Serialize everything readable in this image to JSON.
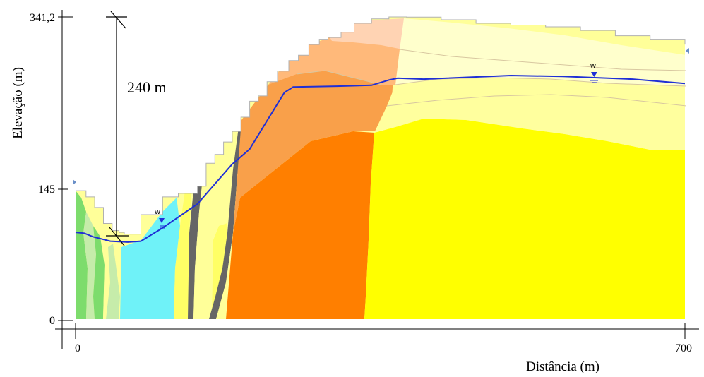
{
  "chart_data": {
    "type": "cross-section",
    "xlabel": "Distância (m)",
    "ylabel": "Elevação (m)",
    "xlim": [
      0,
      700
    ],
    "ylim": [
      0,
      341.2
    ],
    "x_ticks": [
      "0",
      "700"
    ],
    "y_ticks": [
      "341,2",
      "145",
      "0"
    ],
    "annotations": {
      "dimension_label": "240 m",
      "water_marker": "w"
    },
    "ground_profile": [
      [
        0,
        145
      ],
      [
        12,
        138
      ],
      [
        22,
        126
      ],
      [
        32,
        108
      ],
      [
        42,
        100
      ],
      [
        50,
        98
      ],
      [
        56,
        96
      ],
      [
        75,
        118
      ],
      [
        100,
        138
      ],
      [
        118,
        142
      ],
      [
        140,
        150
      ],
      [
        150,
        176
      ],
      [
        160,
        186
      ],
      [
        170,
        200
      ],
      [
        180,
        212
      ],
      [
        190,
        228
      ],
      [
        200,
        246
      ],
      [
        210,
        252
      ],
      [
        220,
        268
      ],
      [
        232,
        280
      ],
      [
        245,
        292
      ],
      [
        256,
        298
      ],
      [
        268,
        310
      ],
      [
        280,
        316
      ],
      [
        290,
        318
      ],
      [
        305,
        324
      ],
      [
        320,
        334
      ],
      [
        340,
        339
      ],
      [
        360,
        341.2
      ],
      [
        380,
        341
      ],
      [
        420,
        338
      ],
      [
        460,
        334
      ],
      [
        500,
        332
      ],
      [
        540,
        330
      ],
      [
        580,
        326
      ],
      [
        620,
        320
      ],
      [
        660,
        316
      ],
      [
        700,
        310
      ]
    ],
    "water_table": [
      [
        0,
        98
      ],
      [
        10,
        97
      ],
      [
        20,
        93
      ],
      [
        40,
        88
      ],
      [
        60,
        87
      ],
      [
        75,
        88
      ],
      [
        100,
        103
      ],
      [
        140,
        130
      ],
      [
        180,
        175
      ],
      [
        200,
        192
      ],
      [
        220,
        224
      ],
      [
        240,
        256
      ],
      [
        250,
        262
      ],
      [
        300,
        263
      ],
      [
        340,
        264
      ],
      [
        360,
        270
      ],
      [
        370,
        272
      ],
      [
        400,
        271
      ],
      [
        500,
        275
      ],
      [
        560,
        274
      ],
      [
        640,
        271
      ],
      [
        700,
        266
      ]
    ],
    "units": [
      {
        "name": "green-light",
        "color": "#7ddc6c"
      },
      {
        "name": "green-pale",
        "color": "#c6ecaa"
      },
      {
        "name": "cyan",
        "color": "#6ff2f8"
      },
      {
        "name": "yellow-pale",
        "color": "#ffff99"
      },
      {
        "name": "yellow-mid",
        "color": "#ffff66"
      },
      {
        "name": "dark-gray",
        "color": "#666666"
      },
      {
        "name": "orange-dark",
        "color": "#ff7f00"
      },
      {
        "name": "orange-mid",
        "color": "#f9a04a"
      },
      {
        "name": "orange-light",
        "color": "#ffb97a"
      },
      {
        "name": "peach",
        "color": "#ffd3b3"
      },
      {
        "name": "yellow-strong",
        "color": "#ffff00"
      },
      {
        "name": "yellow-cream",
        "color": "#ffff9e"
      },
      {
        "name": "yellow-ivory",
        "color": "#ffffcc"
      },
      {
        "name": "water-blue",
        "color": "#1f2fd6"
      }
    ]
  }
}
